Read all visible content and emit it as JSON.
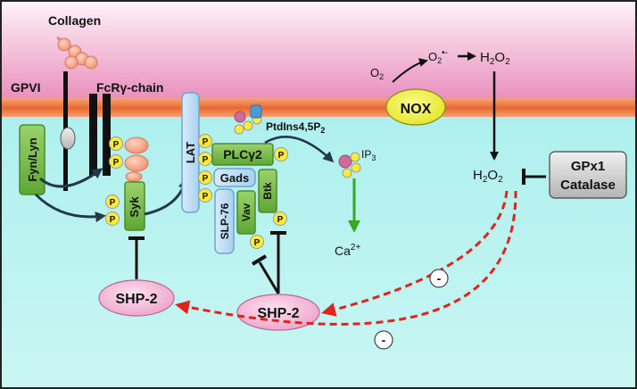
{
  "labels": {
    "collagen": "Collagen",
    "gpvi": "GPVI",
    "fcr_prefix": "FcR",
    "fcr_greek": "γ",
    "fcr_suffix": "-chain",
    "fyn_lyn": "Fyn/Lyn",
    "syk": "Syk",
    "lat": "LAT",
    "plc": "PLCγ2",
    "gads": "Gads",
    "slp76": "SLP-76",
    "vav": "Vav",
    "btk": "Btk",
    "ptdins": "PtdIns4,5P",
    "ptdins_sub": "2",
    "ip3": "IP",
    "ip3_sub": "3",
    "ca": "Ca",
    "ca_sup": "2+",
    "nox": "NOX",
    "o2": "O",
    "o2_sub": "2",
    "superoxide": "O",
    "superoxide_sub": "2",
    "superoxide_sup": "•-",
    "h2o2": "H",
    "h2o2_sub": "2",
    "h2o2_o": "O",
    "h2o2_sub2": "2",
    "gpx1": "GPx1",
    "catalase": "Catalase",
    "shp2": "SHP-2",
    "p": "P",
    "minus": "-"
  },
  "colors": {
    "extracellular_top": "#fff0f6",
    "extracellular_bottom": "#e993bf",
    "membrane": "#f2824a",
    "cytoplasm": "#b8f1ee",
    "kinase_green": "#7cc04a",
    "lat_blue": "#b9dcf3",
    "phospho_yellow": "#ffeb3b",
    "nox_yellow": "#f2f23a",
    "shp2_pink": "#f6b9d7",
    "collagen_peach": "#f7a98a",
    "inhibition_red": "#e0241b",
    "ca_arrow_green": "#3aa626"
  }
}
